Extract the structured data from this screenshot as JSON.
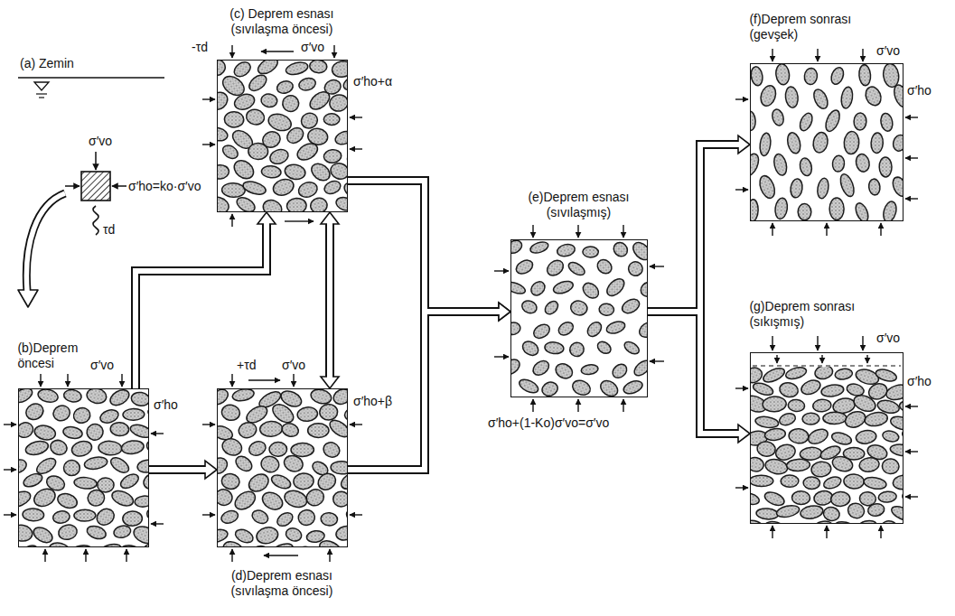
{
  "diagram": {
    "nodes": [
      {
        "text": [
          "(b)Deprem öncesi"
        ]
      },
      {
        "text": [
          "(c) Deprem esnası (sıvılaşma öncesi)"
        ]
      },
      {
        "text": [
          "(d)Deprem esnası (sıvılaşma öncesi)"
        ]
      },
      {
        "text": [
          "(e)Deprem esnası (sıvılaşmış)"
        ]
      },
      {
        "text": [
          "(f)Deprem sonrası (gevşek)"
        ]
      },
      {
        "text": [
          "(g)Deprem sonrası (sıkışmış)"
        ]
      }
    ],
    "edges": [
      {
        "from": 0,
        "to": 1,
        "arrow": "to"
      },
      {
        "from": 0,
        "to": 2,
        "arrow": "to"
      },
      {
        "from": 1,
        "to": 2,
        "arrow": "both"
      },
      {
        "from": 1,
        "to": 3,
        "arrow": "to"
      },
      {
        "from": 2,
        "to": 3,
        "arrow": "to"
      },
      {
        "from": 3,
        "to": 4,
        "arrow": "to"
      },
      {
        "from": 3,
        "to": 5,
        "arrow": "to"
      }
    ],
    "labels": [
      "(a) Zemin",
      "σ′vo",
      "σ′ho=ko·σ′vo",
      "τd",
      "σ′vo",
      "σ′ho",
      "-τd",
      "σ′vo",
      "σ′ho+α",
      "+τd",
      "σ′vo",
      "σ′ho+β",
      "σ′ho+(1-Ko)σ′vo=σ′vo",
      "σ′vo",
      "σ′ho",
      "σ′vo",
      "σ′ho"
    ]
  }
}
